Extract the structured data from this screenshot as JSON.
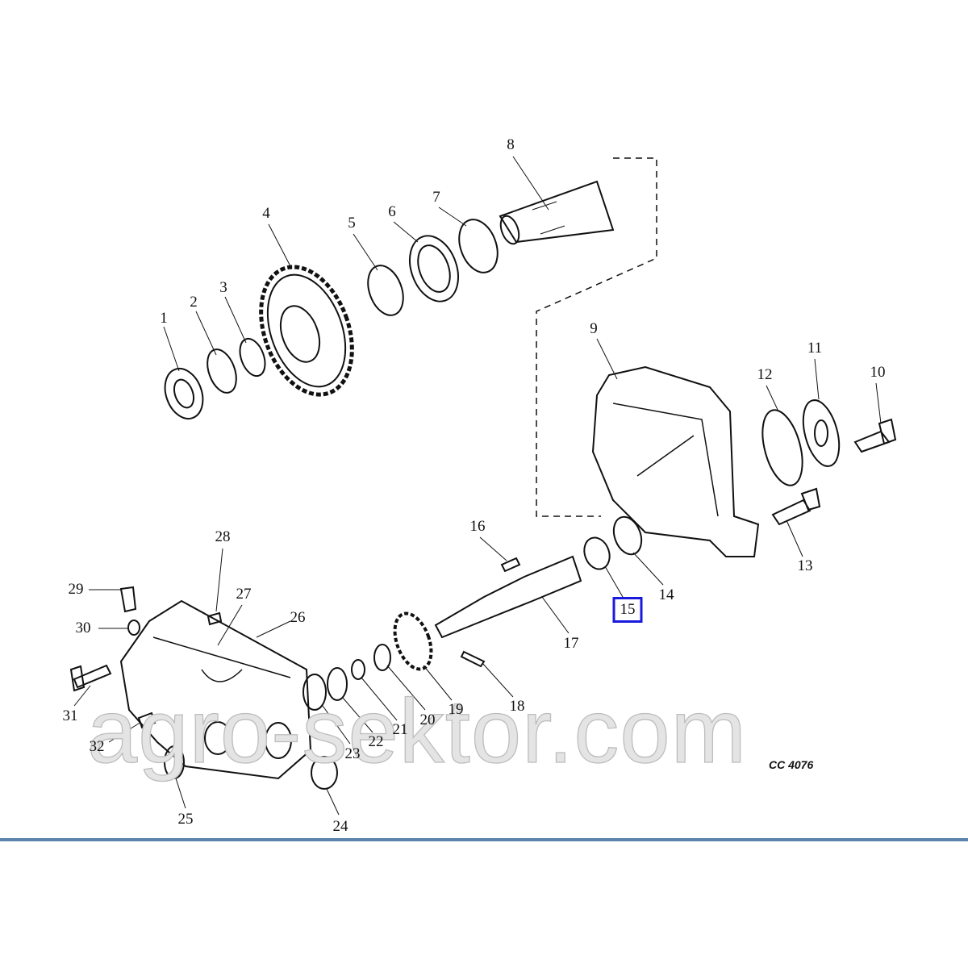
{
  "diagram": {
    "drawing_code": "CC 4076",
    "watermark": "agro-sektor.com",
    "highlighted_part": "15",
    "highlight_color": "#1a1adf",
    "rule_color": "#5b84ad",
    "part_labels": [
      "1",
      "2",
      "3",
      "4",
      "5",
      "6",
      "7",
      "8",
      "9",
      "10",
      "11",
      "12",
      "13",
      "14",
      "15",
      "16",
      "17",
      "18",
      "19",
      "20",
      "21",
      "22",
      "23",
      "24",
      "25",
      "26",
      "27",
      "28",
      "29",
      "30",
      "31",
      "32"
    ]
  }
}
